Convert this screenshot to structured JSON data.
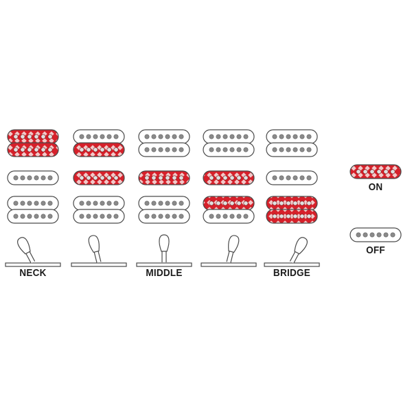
{
  "colors": {
    "on": "#d6202a",
    "off": "#ffffff",
    "outline": "#4a4a4a",
    "pole": "#8a8a8a"
  },
  "positions": [
    {
      "label": "NECK",
      "switch": "neck",
      "pickups": {
        "neck_top": "on",
        "neck_bottom": "on",
        "middle": "off",
        "bridge_top": "off",
        "bridge_bottom": "off"
      }
    },
    {
      "label": "",
      "switch": "neck-middle",
      "pickups": {
        "neck_top": "off",
        "neck_bottom": "on",
        "middle": "on",
        "bridge_top": "off",
        "bridge_bottom": "off"
      }
    },
    {
      "label": "MIDDLE",
      "switch": "middle",
      "pickups": {
        "neck_top": "off",
        "neck_bottom": "off",
        "middle": "on",
        "bridge_top": "off",
        "bridge_bottom": "off"
      }
    },
    {
      "label": "",
      "switch": "middle-bridge",
      "pickups": {
        "neck_top": "off",
        "neck_bottom": "off",
        "middle": "on",
        "bridge_top": "on",
        "bridge_bottom": "off"
      }
    },
    {
      "label": "BRIDGE",
      "switch": "bridge",
      "pickups": {
        "neck_top": "off",
        "neck_bottom": "off",
        "middle": "off",
        "bridge_top": "on",
        "bridge_bottom": "on"
      }
    }
  ],
  "legend": {
    "on_label": "ON",
    "off_label": "OFF"
  }
}
